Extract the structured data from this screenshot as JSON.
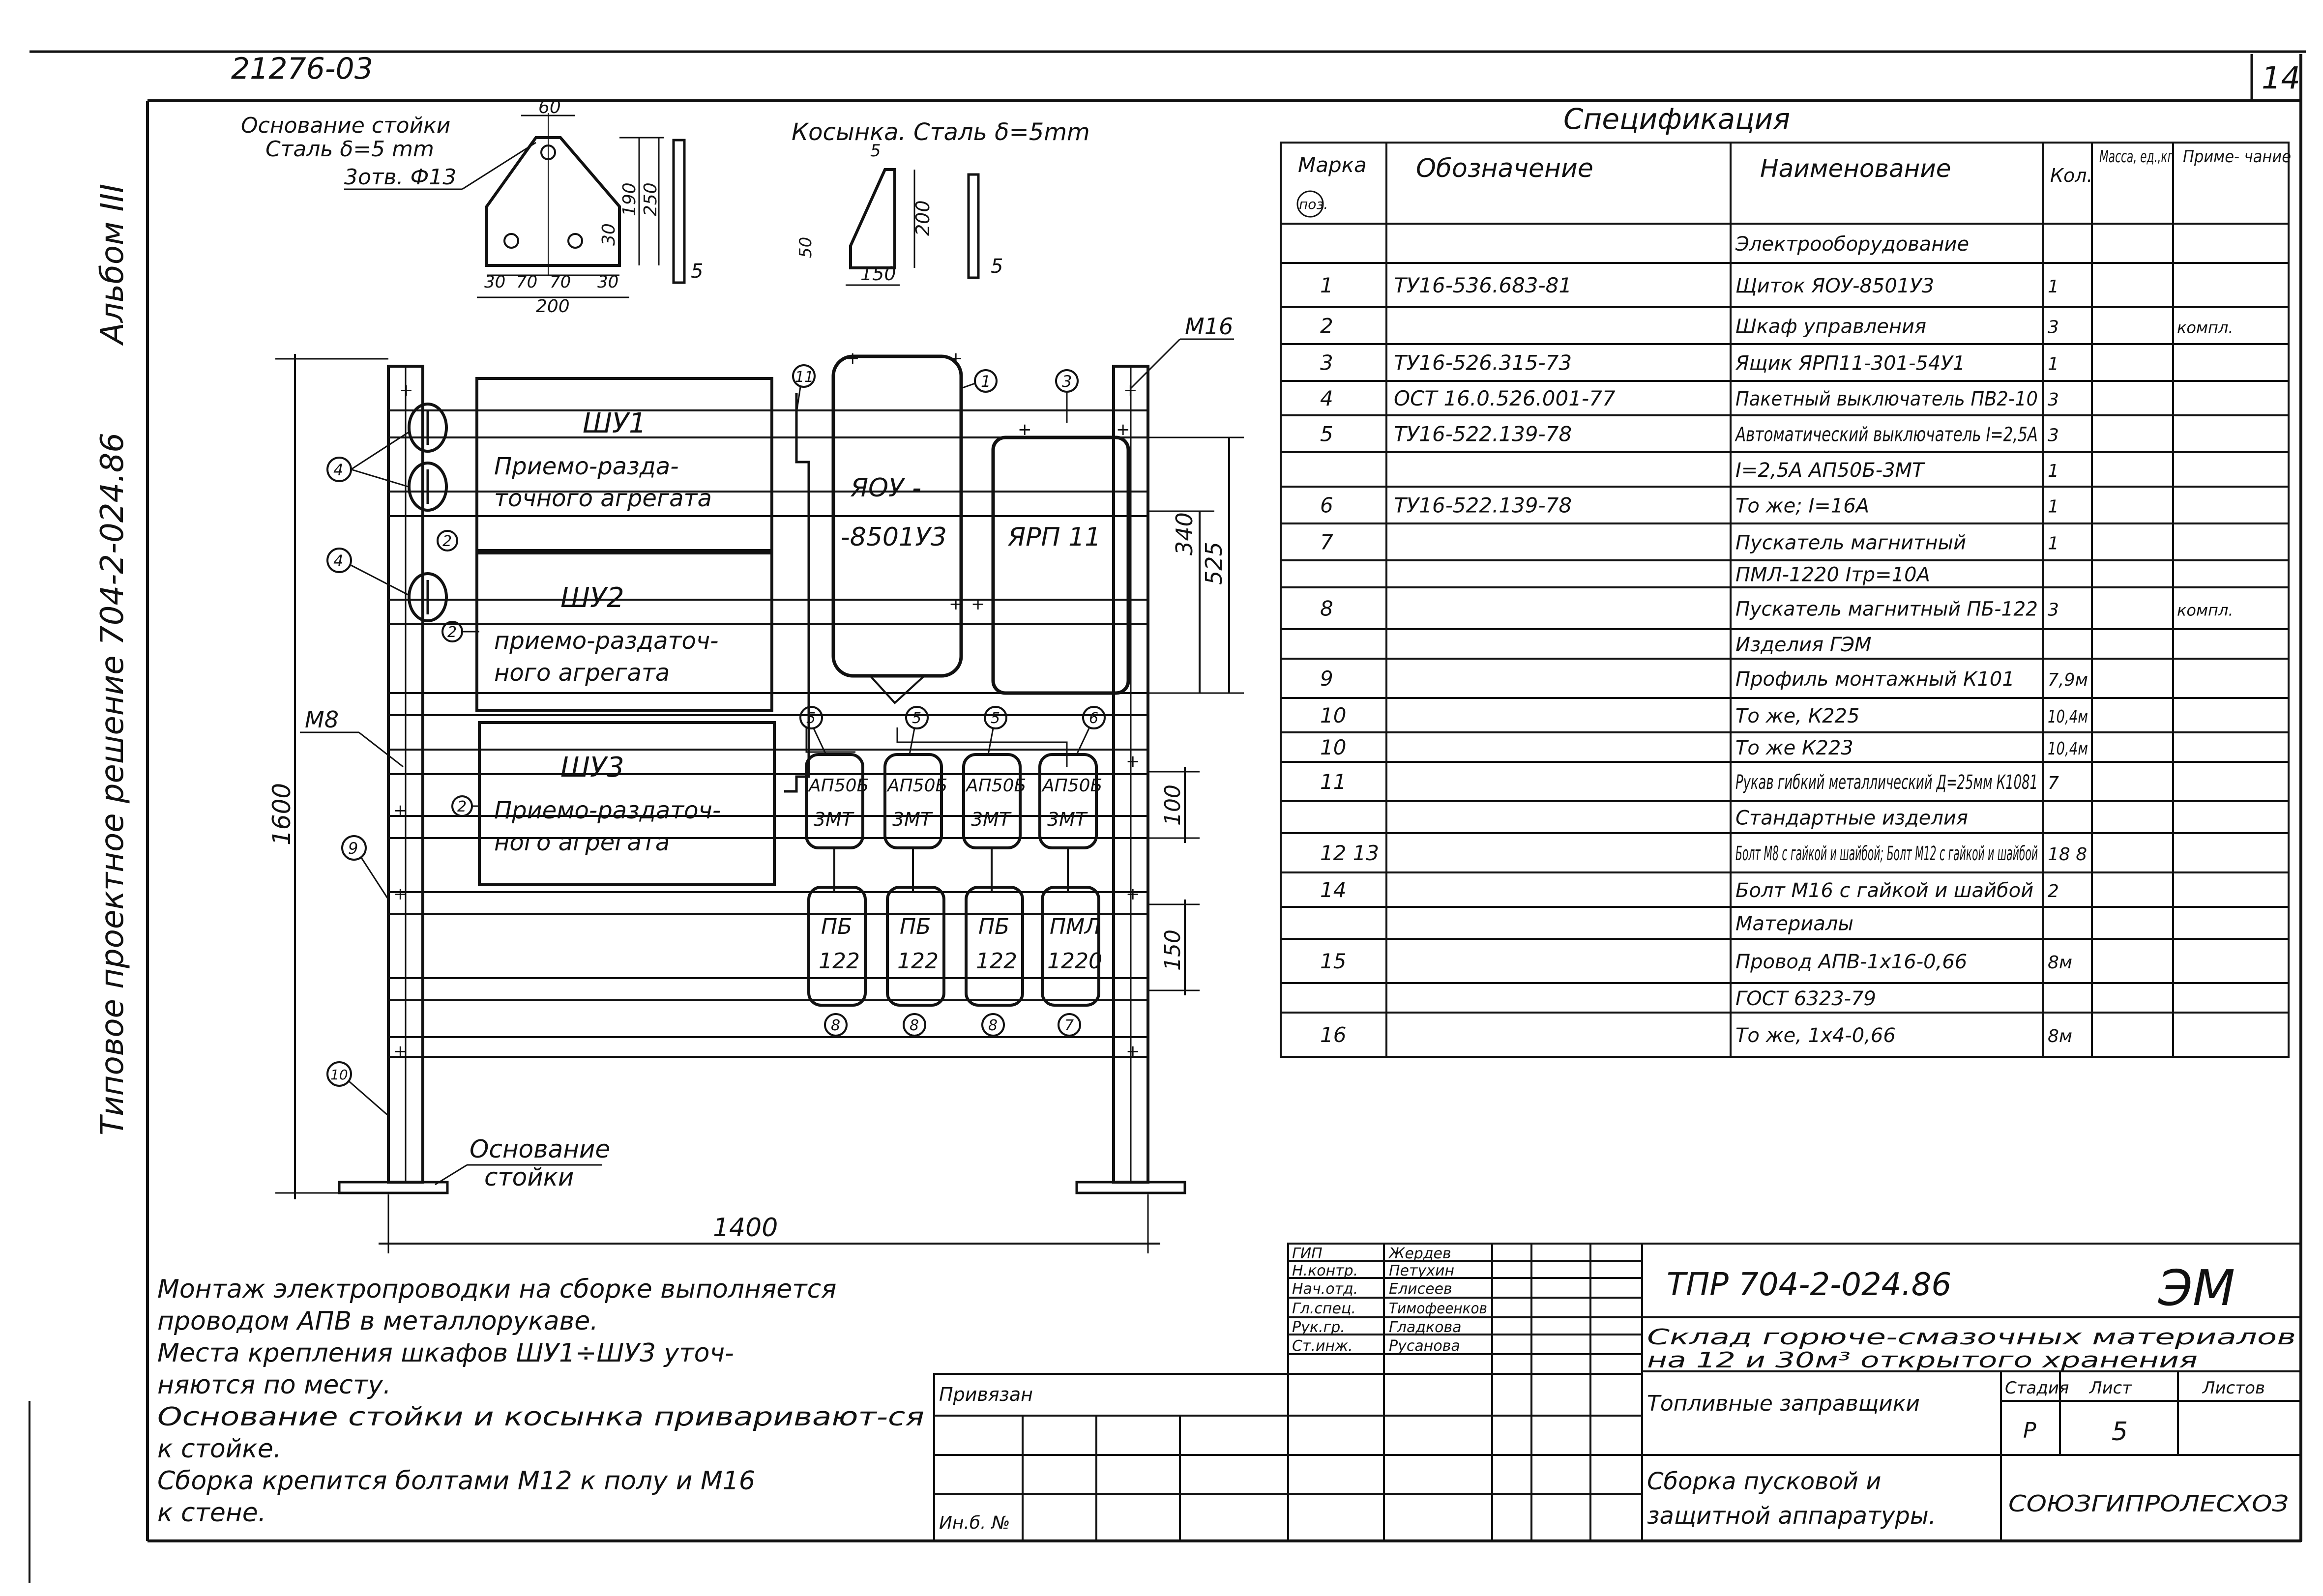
{
  "header": {
    "doc_code": "21276-03",
    "page_number": "14",
    "side_title": "Типовое проектное решение 704-2-024.86",
    "album": "Альбом III"
  },
  "details": {
    "base_title": "Основание стойки",
    "base_material": "Сталь δ=5 mm",
    "base_hole": "3отв. Ф13",
    "gusset_title": "Косынка. Сталь δ=5mm",
    "base_dims": [
      "60",
      "190",
      "250",
      "30",
      "30",
      "70",
      "70",
      "30",
      "200",
      "5"
    ],
    "gusset_dims": [
      "5",
      "200",
      "50",
      "150",
      "5"
    ]
  },
  "assembly": {
    "cabinets": [
      {
        "name": "ШУ1",
        "line1": "Приемо-разда-",
        "line2": "точного агрегата"
      },
      {
        "name": "ШУ2",
        "line1": "приемо-раздаточ-",
        "line2": "ного агрегата"
      },
      {
        "name": "ШУ3",
        "line1": "Приемо-раздаточ-",
        "line2": "ного агрегата"
      }
    ],
    "you_line1": "ЯОУ -",
    "you_line2": "-8501У3",
    "yarp": "ЯРП 11",
    "breakers": [
      {
        "l1": "АП50Б",
        "l2": "3МТ"
      },
      {
        "l1": "АП50Б",
        "l2": "3МТ"
      },
      {
        "l1": "АП50Б",
        "l2": "3МТ"
      },
      {
        "l1": "АП50Б",
        "l2": "3МТ"
      }
    ],
    "starters": [
      {
        "l1": "ПБ",
        "l2": "122"
      },
      {
        "l1": "ПБ",
        "l2": "122"
      },
      {
        "l1": "ПБ",
        "l2": "122"
      },
      {
        "l1": "ПМЛ",
        "l2": "1220"
      }
    ],
    "callouts": {
      "c11": "11",
      "c1": "1",
      "c3": "3",
      "c4a": "4",
      "c4b": "4",
      "c2a": "2",
      "c2b": "2",
      "c2c": "2",
      "c9": "9",
      "c10": "10",
      "c5a": "5",
      "c5b": "5",
      "c5c": "5",
      "c6": "6",
      "c8a": "8",
      "c8b": "8",
      "c8c": "8",
      "c7": "7"
    },
    "m16": "М16",
    "m8": "М8",
    "dim_340": "340",
    "dim_525": "525",
    "dim_100": "100",
    "dim_150": "150",
    "dim_1600": "1600",
    "dim_1400": "1400",
    "base_label_1": "Основание",
    "base_label_2": "стойки"
  },
  "spec": {
    "title": "Спецификация",
    "headers": {
      "mark": "Марка",
      "pos": "поз.",
      "designation": "Обозначение",
      "name": "Наименование",
      "qty": "Кол.",
      "mass": "Масса, ед.,кг",
      "note": "Приме- чание"
    },
    "rows": [
      {
        "pos": "",
        "designation": "",
        "name": "Электрооборудование",
        "qty": "",
        "note": ""
      },
      {
        "pos": "1",
        "designation": "ТУ16-536.683-81",
        "name": "Щиток ЯОУ-8501У3",
        "qty": "1",
        "note": ""
      },
      {
        "pos": "2",
        "designation": "",
        "name": "Шкаф управления",
        "qty": "3",
        "note": "компл."
      },
      {
        "pos": "3",
        "designation": "ТУ16-526.315-73",
        "name": "Ящик ЯРП11-301-54У1",
        "qty": "1",
        "note": ""
      },
      {
        "pos": "4",
        "designation": "ОСТ 16.0.526.001-77",
        "name": "Пакетный выключатель ПВ2-10",
        "qty": "3",
        "note": ""
      },
      {
        "pos": "5",
        "designation": "ТУ16-522.139-78",
        "name": "Автоматический выключатель I=2,5A",
        "qty": "3",
        "note": ""
      },
      {
        "pos": "",
        "designation": "",
        "name": "I=2,5A АП50Б-3МТ",
        "qty": "1",
        "note": ""
      },
      {
        "pos": "6",
        "designation": "ТУ16-522.139-78",
        "name": "То же; I=16А",
        "qty": "1",
        "note": ""
      },
      {
        "pos": "7",
        "designation": "",
        "name": "Пускатель магнитный",
        "qty": "1",
        "note": ""
      },
      {
        "pos": "",
        "designation": "",
        "name": "ПМЛ-1220 Iтр=10А",
        "qty": "",
        "note": ""
      },
      {
        "pos": "8",
        "designation": "",
        "name": "Пускатель магнитный ПБ-122",
        "qty": "3",
        "note": "компл."
      },
      {
        "pos": "",
        "designation": "",
        "name": "Изделия ГЭМ",
        "qty": "",
        "note": ""
      },
      {
        "pos": "9",
        "designation": "",
        "name": "Профиль монтажный К101",
        "qty": "7,9м",
        "note": ""
      },
      {
        "pos": "10",
        "designation": "",
        "name": "То же, К225",
        "qty": "10,4м",
        "note": ""
      },
      {
        "pos": "10",
        "designation": "",
        "name": "То же К223",
        "qty": "10,4м",
        "note": ""
      },
      {
        "pos": "11",
        "designation": "",
        "name": "Рукав гибкий металлический Д=25мм К1081",
        "qty": "7",
        "note": ""
      },
      {
        "pos": "",
        "designation": "",
        "name": "Стандартные изделия",
        "qty": "",
        "note": ""
      },
      {
        "pos": "12 13",
        "designation": "",
        "name": "Болт М8 с гайкой и шайбой; Болт М12 с гайкой и шайбой",
        "qty": "18 8",
        "note": ""
      },
      {
        "pos": "14",
        "designation": "",
        "name": "Болт М16 с гайкой и шайбой",
        "qty": "2",
        "note": ""
      },
      {
        "pos": "",
        "designation": "",
        "name": "Материалы",
        "qty": "",
        "note": ""
      },
      {
        "pos": "15",
        "designation": "",
        "name": "Провод АПВ-1х16-0,66",
        "qty": "8м",
        "note": ""
      },
      {
        "pos": "",
        "designation": "",
        "name": "ГОСТ 6323-79",
        "qty": "",
        "note": ""
      },
      {
        "pos": "16",
        "designation": "",
        "name": "То же, 1х4-0,66",
        "qty": "8м",
        "note": ""
      }
    ]
  },
  "notes": [
    "Монтаж электропроводки на сборке выполняется",
    "проводом АПВ в металлорукаве.",
    "Места крепления шкафов ШУ1÷ШУ3 уточ-",
    "няются по месту.",
    "Основание стойки и косынка приваривают-ся",
    "к стойке.",
    "Сборка крепится болтами М12 к полу и М16",
    "к стене."
  ],
  "title_block": {
    "privyazan": "Привязан",
    "inv": "Ин.б. №",
    "roles": [
      {
        "role": "ГИП",
        "name": "Жердев"
      },
      {
        "role": "Н.контр.",
        "name": "Петухин"
      },
      {
        "role": "Нач.отд.",
        "name": "Елисеев"
      },
      {
        "role": "Гл.спец.",
        "name": "Тимофеенков"
      },
      {
        "role": "Рук.гр.",
        "name": "Гладкова"
      },
      {
        "role": "Ст.инж.",
        "name": "Русанова"
      }
    ],
    "project_code": "ТПР 704-2-024.86",
    "section": "ЭМ",
    "project_title_1": "Склад горюче-смазочных материалов",
    "project_title_2": "на 12 и 30м³ открытого хранения",
    "object": "Топливные заправщики",
    "stage_label": "Стадия",
    "sheet_label": "Лист",
    "sheets_label": "Листов",
    "stage": "Р",
    "sheet": "5",
    "drawing_title_1": "Сборка пусковой и",
    "drawing_title_2": "защитной аппаратуры.",
    "org": "СОЮЗГИПРОЛЕСХОЗ"
  }
}
